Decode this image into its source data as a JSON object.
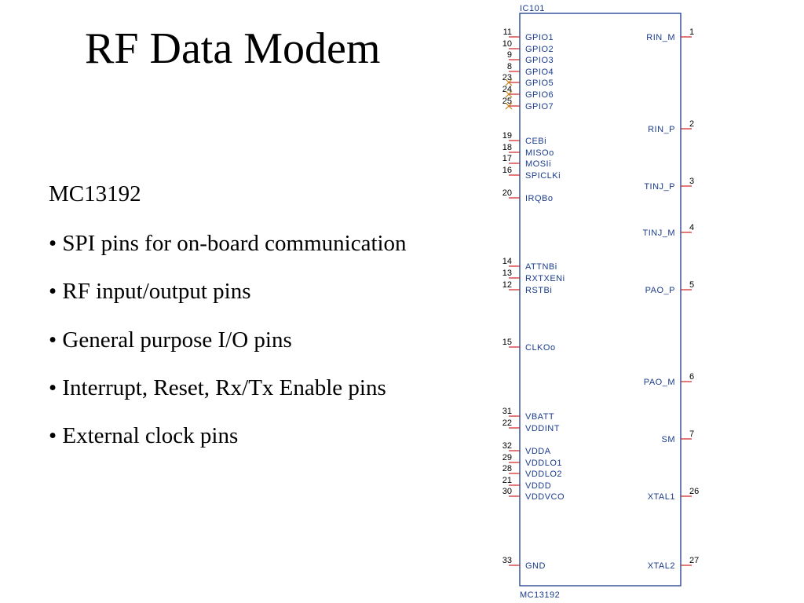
{
  "slide": {
    "title": "RF Data Modem",
    "subtitle": "MC13192",
    "bullets": [
      "• SPI pins for on-board communication",
      "• RF input/output pins",
      "• General purpose I/O pins",
      "• Interrupt, Reset, Rx/Tx Enable pins",
      "• External clock pins"
    ]
  },
  "schematic": {
    "designator": "IC101",
    "part": "MC13192",
    "colors": {
      "outline": "#1a3b8c",
      "pin": "#cc2222",
      "no_connect": "#c08020"
    },
    "left_pins": [
      {
        "num": "11",
        "name": "GPIO1"
      },
      {
        "num": "10",
        "name": "GPIO2"
      },
      {
        "num": "9",
        "name": "GPIO3"
      },
      {
        "num": "8",
        "name": "GPIO4"
      },
      {
        "num": "23",
        "name": "GPIO5",
        "no_connect": true
      },
      {
        "num": "24",
        "name": "GPIO6",
        "no_connect": true
      },
      {
        "num": "25",
        "name": "GPIO7",
        "no_connect": true
      },
      {
        "num": "19",
        "name": "CEBi"
      },
      {
        "num": "18",
        "name": "MISOo"
      },
      {
        "num": "17",
        "name": "MOSIi"
      },
      {
        "num": "16",
        "name": "SPICLKi"
      },
      {
        "num": "20",
        "name": "IRQBo"
      },
      {
        "num": "14",
        "name": "ATTNBi"
      },
      {
        "num": "13",
        "name": "RXTXENi"
      },
      {
        "num": "12",
        "name": "RSTBi"
      },
      {
        "num": "15",
        "name": "CLKOo"
      },
      {
        "num": "31",
        "name": "VBATT"
      },
      {
        "num": "22",
        "name": "VDDINT"
      },
      {
        "num": "32",
        "name": "VDDA"
      },
      {
        "num": "29",
        "name": "VDDLO1"
      },
      {
        "num": "28",
        "name": "VDDLO2"
      },
      {
        "num": "21",
        "name": "VDDD"
      },
      {
        "num": "30",
        "name": "VDDVCO"
      },
      {
        "num": "33",
        "name": "GND"
      }
    ],
    "right_pins": [
      {
        "num": "1",
        "name": "RIN_M"
      },
      {
        "num": "2",
        "name": "RIN_P"
      },
      {
        "num": "3",
        "name": "TINJ_P"
      },
      {
        "num": "4",
        "name": "TINJ_M"
      },
      {
        "num": "5",
        "name": "PAO_P"
      },
      {
        "num": "6",
        "name": "PAO_M"
      },
      {
        "num": "7",
        "name": "SM"
      },
      {
        "num": "26",
        "name": "XTAL1"
      },
      {
        "num": "27",
        "name": "XTAL2"
      }
    ]
  }
}
